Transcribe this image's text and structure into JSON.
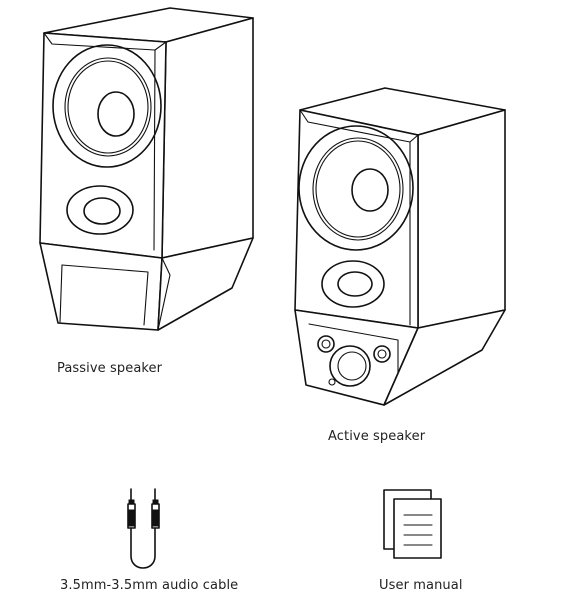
{
  "items": {
    "passive_speaker": {
      "label": "Passive speaker"
    },
    "active_speaker": {
      "label": "Active speaker"
    },
    "audio_cable": {
      "label": "3.5mm-3.5mm audio cable"
    },
    "user_manual": {
      "label": "User manual"
    }
  }
}
